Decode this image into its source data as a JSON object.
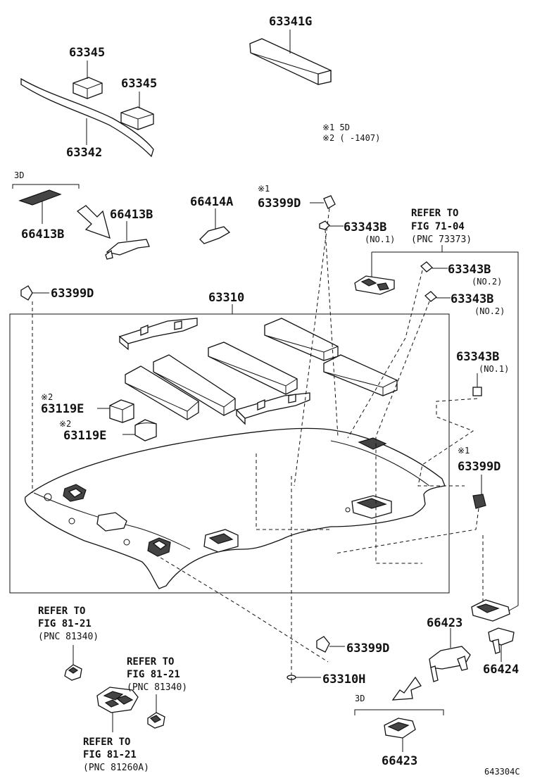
{
  "labels": {
    "p63341G": "63341G",
    "p63345a": "63345",
    "p63345b": "63345",
    "p63342": "63342",
    "p66413B_a": "66413B",
    "p66413B_b": "66413B",
    "p66414A": "66414A",
    "p63399D_top": "63399D",
    "p63343B_no1a": "63343B",
    "p63343B_no2a": "63343B",
    "p63343B_no2b": "63343B",
    "p63343B_no1b": "63343B",
    "p63399D_left": "63399D",
    "p63310": "63310",
    "p63119E_a": "63119E",
    "p63119E_b": "63119E",
    "p63399D_right": "63399D",
    "p63399D_bottom": "63399D",
    "p63310H": "63310H",
    "p66423_a": "66423",
    "p66424": "66424",
    "p66423_b": "66423"
  },
  "sublabels": {
    "no1a": "(NO.1)",
    "no2a": "(NO.2)",
    "no2b": "(NO.2)",
    "no1b": "(NO.1)"
  },
  "notes": {
    "mark1_top": "※1",
    "mark1_right": "※1",
    "mark2_a": "※2",
    "mark2_b": "※2",
    "legend_1": "※1 5D",
    "legend_2": "※2 (      -1407)",
    "three_d_left": "3D",
    "three_d_bottom": "3D"
  },
  "refer": {
    "r1": [
      "REFER TO",
      "FIG 71-04",
      "(PNC 73373)"
    ],
    "r2": [
      "REFER TO",
      "FIG 81-21",
      "(PNC 81340)"
    ],
    "r3": [
      "REFER TO",
      "FIG 81-21",
      "(PNC 81340)"
    ],
    "r4": [
      "REFER TO",
      "FIG 81-21",
      "(PNC 81260A)"
    ]
  },
  "figure_code": "643304C"
}
